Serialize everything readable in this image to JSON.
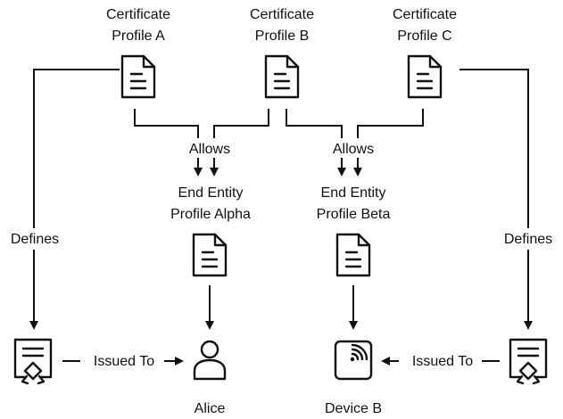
{
  "certificate_profiles": [
    {
      "line1": "Certificate",
      "line2": "Profile A"
    },
    {
      "line1": "Certificate",
      "line2": "Profile B"
    },
    {
      "line1": "Certificate",
      "line2": "Profile C"
    }
  ],
  "end_entity_profiles": [
    {
      "line1": "End Entity",
      "line2": "Profile Alpha"
    },
    {
      "line1": "End Entity",
      "line2": "Profile Beta"
    }
  ],
  "edge_labels": {
    "allows": "Allows",
    "defines": "Defines",
    "issued_to": "Issued To"
  },
  "entities": {
    "alice": "Alice",
    "device_b": "Device B"
  },
  "icons": {
    "certificate_profile": "document-icon",
    "end_entity_profile": "document-icon",
    "certificate": "certificate-ribbon-icon",
    "user": "user-icon",
    "device": "contactless-device-icon"
  }
}
